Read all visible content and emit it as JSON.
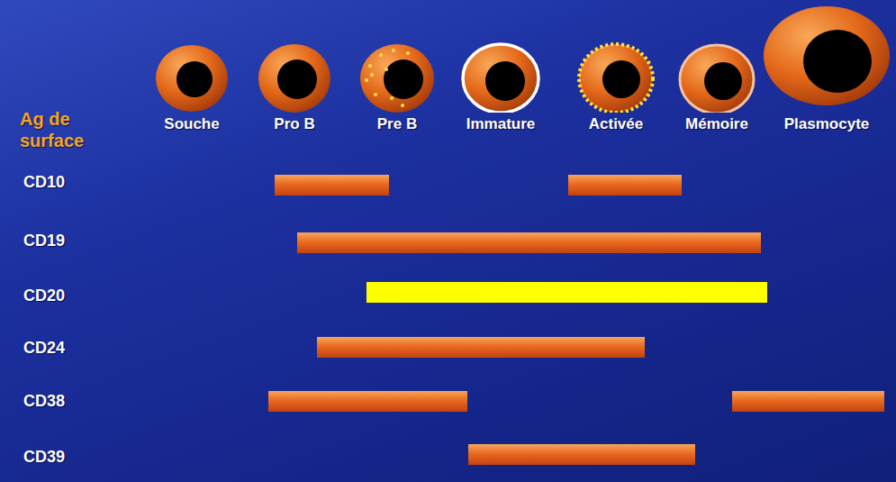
{
  "diagram": {
    "nodes": [
      {
        "text": [
          "Souche"
        ]
      },
      {
        "text": [
          "Pro B"
        ]
      },
      {
        "text": [
          "Pre B"
        ]
      },
      {
        "text": [
          "Immature"
        ]
      },
      {
        "text": [
          "Activée"
        ]
      },
      {
        "text": [
          "Mémoire"
        ]
      },
      {
        "text": [
          "Plasmocyte"
        ]
      }
    ],
    "labels": [
      "Ag de surface",
      "CD10",
      "CD19",
      "CD20",
      "CD24",
      "CD38",
      "CD39"
    ]
  }
}
